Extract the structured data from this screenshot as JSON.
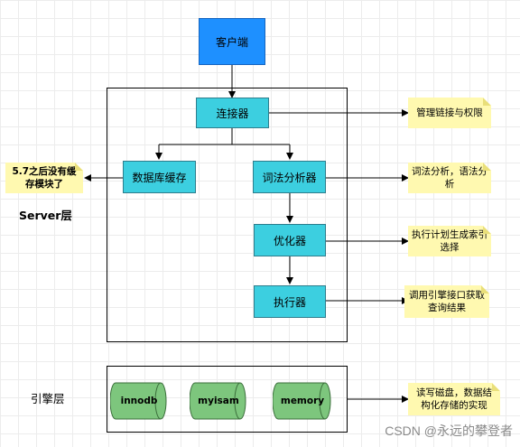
{
  "client": {
    "label": "客户端"
  },
  "server_layer": {
    "label": "Server层",
    "connector": "连接器",
    "query_cache": "数据库缓存",
    "parser": "词法分析器",
    "optimizer": "优化器",
    "executor": "执行器"
  },
  "engine_layer": {
    "label": "引擎层",
    "engines": [
      "innodb",
      "myisam",
      "memory"
    ]
  },
  "notes": {
    "cache_removed": "5.7之后没有缓存模块了",
    "connection": "管理链接与权限",
    "parsing": "词法分析，语法分析",
    "planning": "执行计划生成索引选择",
    "execution": "调用引擎接口获取查询结果",
    "storage": "读写磁盘，数据结构化存储的实现"
  },
  "watermark": "CSDN @永远的攀登者",
  "colors": {
    "client_fill": "#1e90ff",
    "module_fill": "#3ccfe0",
    "engine_fill": "#7dc67d",
    "note_fill": "#fff9b0"
  }
}
